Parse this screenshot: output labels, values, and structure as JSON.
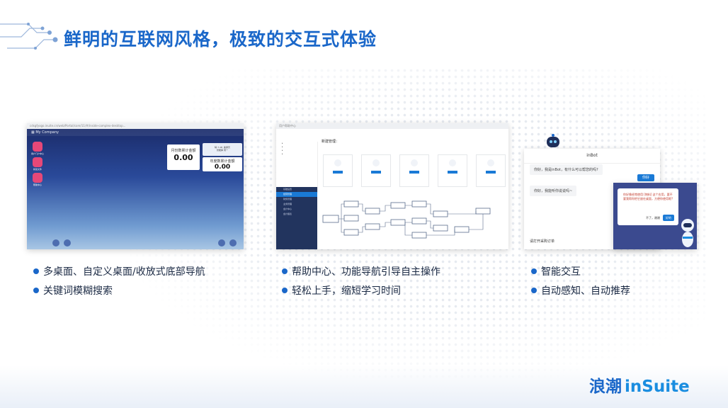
{
  "slide": {
    "title": "鲜明的互联网风格，极致的交互式体验",
    "accent_color": "#1a67c9"
  },
  "panel_desktop": {
    "url": "cdsgfyogo.inuite.cn/web/Portal/core/11/#/inside-complex-desktop...",
    "company": "My Company",
    "apps": [
      "用户门户中心",
      "新建文件",
      "帮助中心"
    ],
    "cards": [
      {
        "label": "月份数累计金额",
        "value": "0.00"
      },
      {
        "label": "年度数累计金额",
        "value": "0.00"
      }
    ],
    "weather": "晴 7-18  奥通灵\n智能库 周一"
  },
  "panel_help": {
    "window_title": "用户帮助中心",
    "section_title": "新建管理：",
    "nav_items": [
      "基础设置",
      "经营管理",
      "财务管理",
      "业务管理",
      "会计中心",
      "会计报表"
    ],
    "card_button": "查看"
  },
  "panel_bot": {
    "bot_name": "inBot",
    "greeting": "你好，我是inBot，有什么可以帮您的吗?",
    "reply_button": "你好",
    "prompt": "你好，我能听你说说吗~",
    "input_text": "请打开采购订单",
    "dialog_text": "你好像经常使用 [物料] 这个应用，要不要我帮你把它放在桌面，方便你使用呢?",
    "dialog_cancel": "不了，谢谢",
    "dialog_ok": "好的"
  },
  "bullets": {
    "col1": [
      "多桌面、自定义桌面/收放式底部导航",
      "关键词模糊搜索"
    ],
    "col2": [
      "帮助中心、功能导航引导自主操作",
      "轻松上手，缩短学习时间"
    ],
    "col3": [
      "智能交互",
      "自动感知、自动推荐"
    ]
  },
  "logo": {
    "cn": "浪潮",
    "en": "inSuite"
  }
}
